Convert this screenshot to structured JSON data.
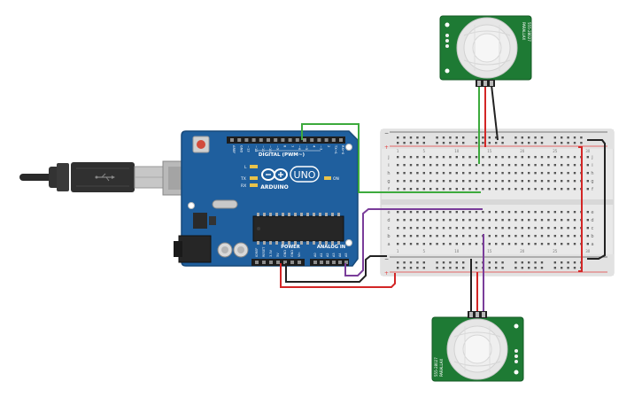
{
  "arduino": {
    "brand": "ARDUINO",
    "model": "UNO",
    "digital_label": "DIGITAL (PWM~)",
    "power_label": "POWER",
    "analog_label": "ANALOG IN",
    "led_l": "L",
    "led_tx": "TX",
    "led_rx": "RX",
    "led_on": "ON",
    "top_pin_labels": [
      "AREF",
      "GND",
      "~13",
      "~12",
      "~11",
      "~10",
      "~9",
      "8",
      "7",
      "~6",
      "~5",
      "4",
      "~3",
      "2",
      "TX→1",
      "RX←0"
    ],
    "power_pin_labels": [
      "IOREF",
      "RESET",
      "3.3V",
      "5V",
      "GND",
      "GND",
      "Vin"
    ],
    "analog_pin_labels": [
      "A0",
      "A1",
      "A2",
      "A3",
      "A4",
      "A5"
    ]
  },
  "breadboard": {
    "row_letters_top": [
      "j",
      "i",
      "h",
      "g",
      "f"
    ],
    "row_letters_bottom": [
      "e",
      "d",
      "c",
      "b",
      "a"
    ],
    "column_numbers": [
      "1",
      "5",
      "10",
      "15",
      "20",
      "25",
      "30"
    ],
    "rail_plus": "+",
    "rail_minus": "−"
  },
  "sensors": {
    "top": {
      "brand": "PARALLAX",
      "model": "555-28027"
    },
    "bottom": {
      "brand": "PARALLAX",
      "model": "555-28027"
    }
  },
  "colors": {
    "board_blue": "#1f5f9e",
    "board_dark": "#174b7e",
    "breadboard": "#e9e9e9",
    "rail_red": "#e23c3c",
    "wire_green": "#3daa3d",
    "wire_black": "#222222",
    "wire_red": "#d32626",
    "wire_purple": "#7a3d9a",
    "sensor_pcb": "#1e7a34"
  }
}
